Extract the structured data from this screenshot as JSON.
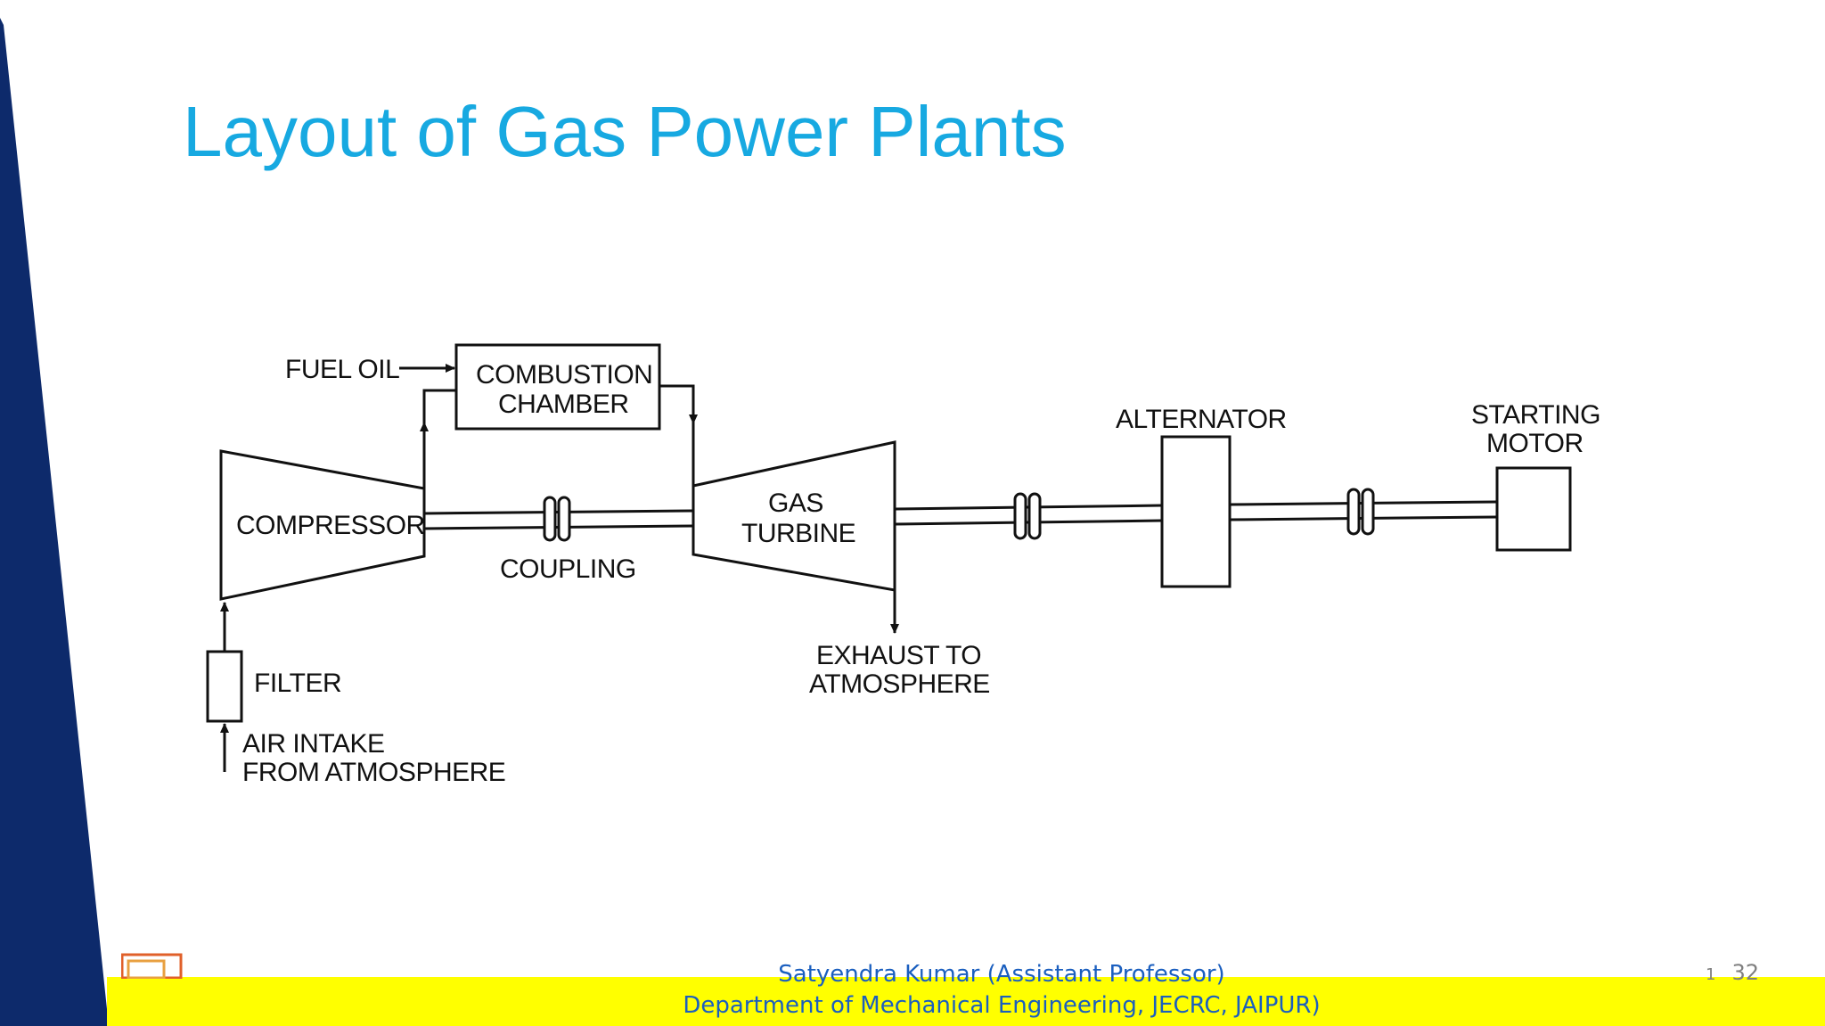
{
  "slide": {
    "title": "Layout of Gas Power Plants",
    "footer": {
      "line1": "Satyendra Kumar (Assistant Professor)",
      "line2": "Department of Mechanical Engineering, JECRC, JAIPUR)"
    },
    "slide_number": "32",
    "small_number": "1"
  },
  "diagram": {
    "labels": {
      "fuel_oil": "FUEL OIL",
      "combustion_line1": "COMBUSTION",
      "combustion_line2": "CHAMBER",
      "compressor": "COMPRESSOR",
      "coupling": "COUPLING",
      "gas_turbine_line1": "GAS",
      "gas_turbine_line2": "TURBINE",
      "alternator": "ALTERNATOR",
      "starting_motor_line1": "STARTING",
      "starting_motor_line2": "MOTOR",
      "exhaust_line1": "EXHAUST TO",
      "exhaust_line2": "ATMOSPHERE",
      "filter": "FILTER",
      "air_intake_line1": "AIR INTAKE",
      "air_intake_line2": "FROM ATMOSPHERE"
    }
  },
  "colors": {
    "title": "#17a9e1",
    "left_band": "#0d2a6b",
    "footer_bar": "#ffff00",
    "footer_text": "#1b5fbf"
  }
}
